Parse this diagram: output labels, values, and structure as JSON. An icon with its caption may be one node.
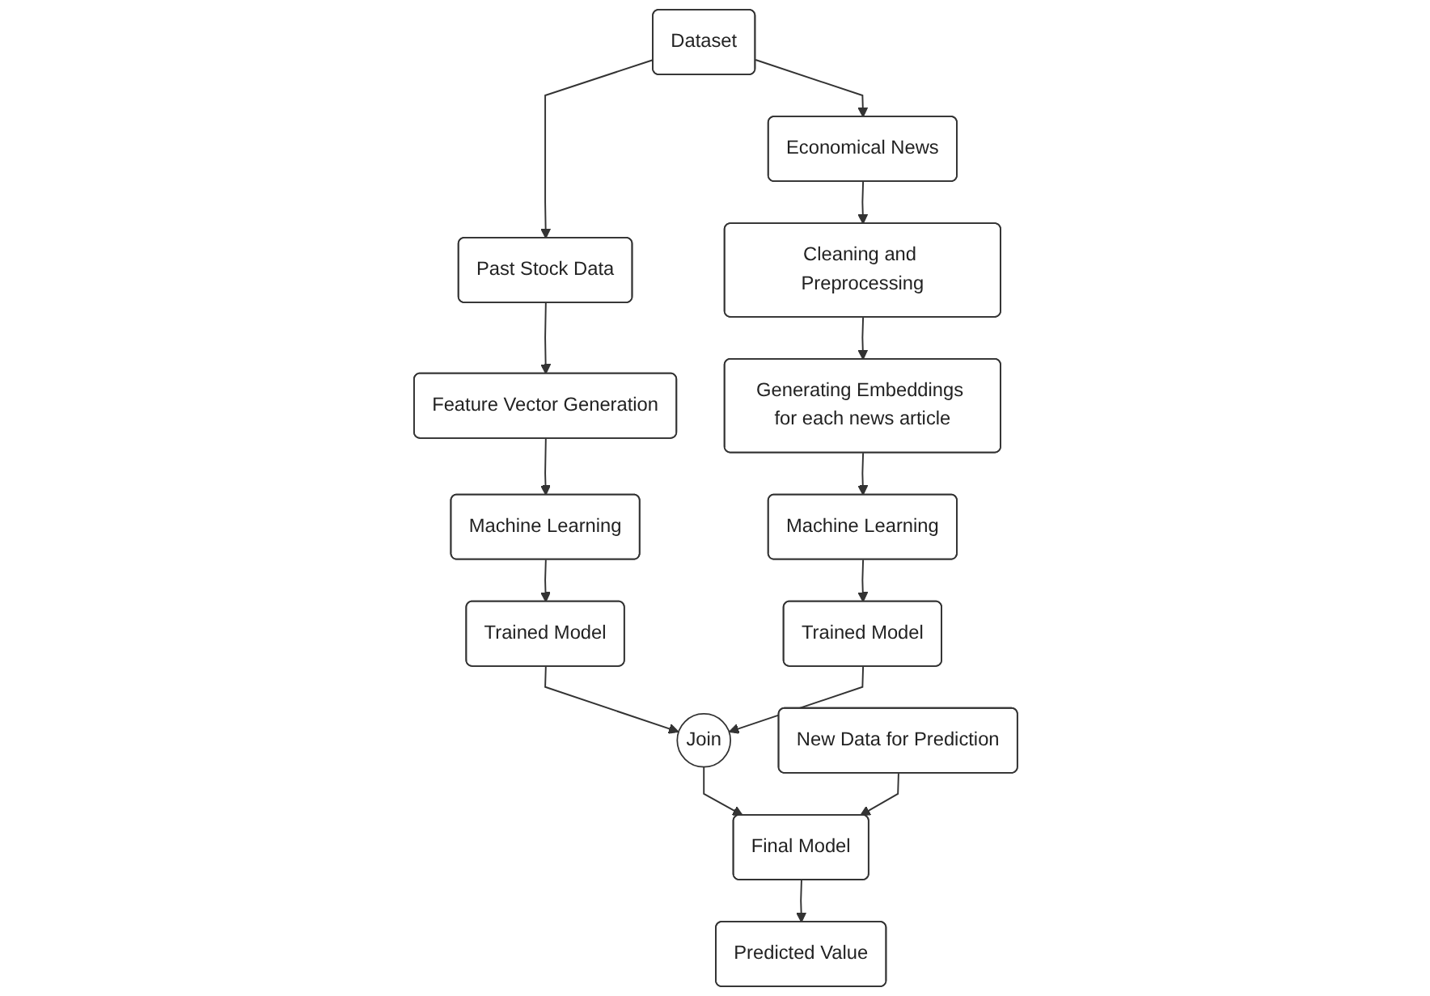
{
  "diagram": {
    "nodes": [
      {
        "text": [
          "Dataset"
        ]
      },
      {
        "text": [
          "Economical News"
        ]
      },
      {
        "text": [
          "Cleaning and Preprocessing"
        ]
      },
      {
        "text": [
          "Generating Embeddings for each news article"
        ]
      },
      {
        "text": [
          "Past Stock Data"
        ]
      },
      {
        "text": [
          "Feature Vector Generation"
        ]
      },
      {
        "text": [
          "Machine Learning"
        ]
      },
      {
        "text": [
          "Machine Learning"
        ]
      },
      {
        "text": [
          "Trained Model"
        ]
      },
      {
        "text": [
          "Trained Model"
        ]
      },
      {
        "text": [
          "Join"
        ]
      },
      {
        "text": [
          "New Data for Prediction"
        ]
      },
      {
        "text": [
          "Final Model"
        ]
      },
      {
        "text": [
          "Predicted Value"
        ]
      }
    ],
    "edges": [
      {
        "from": 0,
        "to": 1,
        "arrow": "to"
      },
      {
        "from": 0,
        "to": 4,
        "arrow": "to"
      },
      {
        "from": 1,
        "to": 2,
        "arrow": "to"
      },
      {
        "from": 2,
        "to": 3,
        "arrow": "to"
      },
      {
        "from": 4,
        "to": 5,
        "arrow": "to"
      },
      {
        "from": 5,
        "to": 6,
        "arrow": "to"
      },
      {
        "from": 3,
        "to": 7,
        "arrow": "to"
      },
      {
        "from": 6,
        "to": 8,
        "arrow": "to"
      },
      {
        "from": 7,
        "to": 9,
        "arrow": "to"
      },
      {
        "from": 8,
        "to": 10,
        "arrow": "to"
      },
      {
        "from": 9,
        "to": 10,
        "arrow": "to"
      },
      {
        "from": 10,
        "to": 12,
        "arrow": "to"
      },
      {
        "from": 11,
        "to": 12,
        "arrow": "to"
      },
      {
        "from": 12,
        "to": 13,
        "arrow": "to"
      }
    ]
  }
}
